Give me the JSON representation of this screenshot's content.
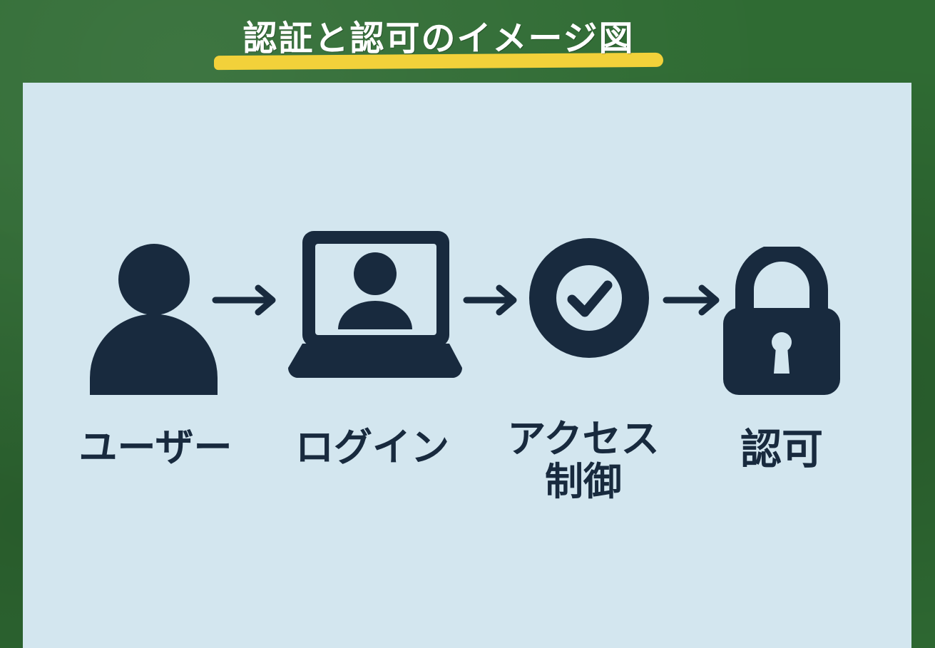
{
  "title": "認証と認可のイメージ図",
  "colors": {
    "board": "#2f6b33",
    "underline": "#f2d13a",
    "panel": "#d3e6ef",
    "ink": "#182a3e"
  },
  "steps": [
    {
      "icon": "user-icon",
      "label": "ユーザー"
    },
    {
      "icon": "laptop-login-icon",
      "label": "ログイン"
    },
    {
      "icon": "check-circle-icon",
      "label_line1": "アクセス",
      "label_line2": "制御"
    },
    {
      "icon": "lock-icon",
      "label": "認可"
    }
  ]
}
